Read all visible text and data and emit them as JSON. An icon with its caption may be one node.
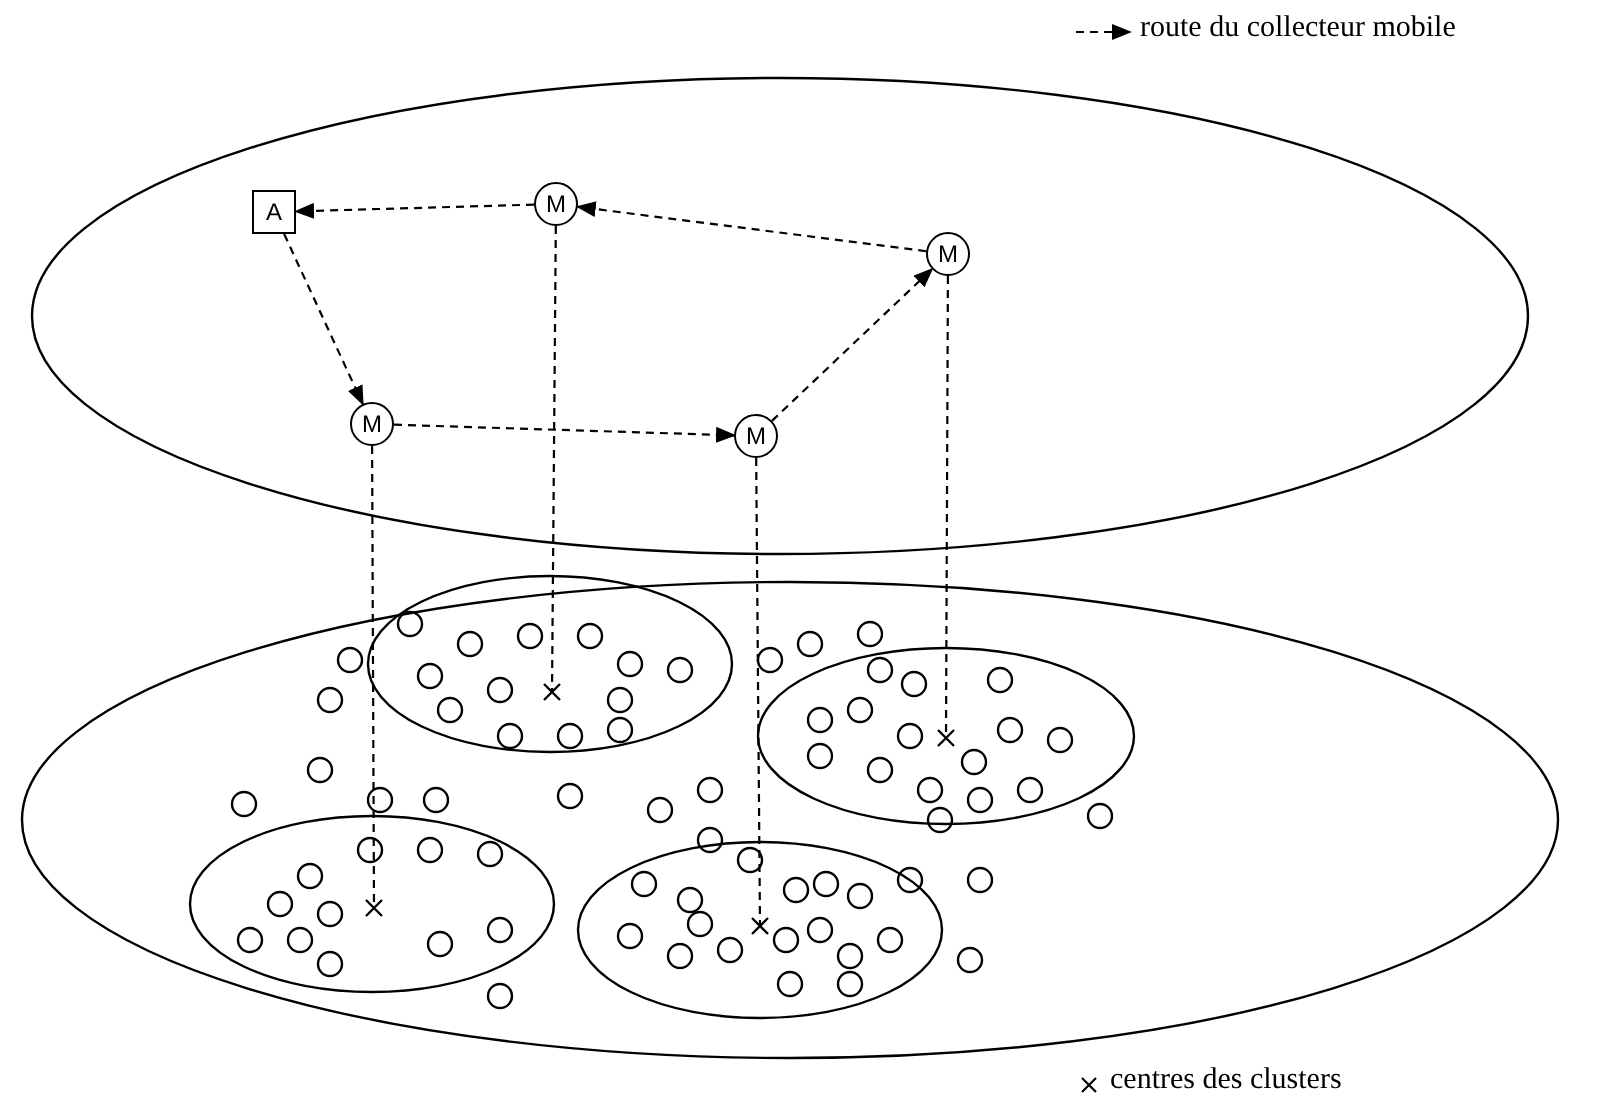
{
  "diagram": {
    "nodes": [
      {
        "text": [],
        "shape": "ellipse"
      },
      {
        "text": [
          "A"
        ],
        "in": 0
      },
      {
        "text": [
          "M"
        ],
        "in": 0
      },
      {
        "text": [
          "M"
        ],
        "in": 0
      },
      {
        "text": [
          "M"
        ],
        "in": 0
      },
      {
        "text": [
          "M"
        ],
        "in": 0
      },
      {
        "text": [],
        "shape": "ellipse"
      },
      {
        "text": [],
        "shape": "ellipse",
        "in": 6
      },
      {
        "text": [],
        "shape": "ellipse",
        "in": 6
      },
      {
        "text": [],
        "shape": "ellipse",
        "in": 6
      },
      {
        "text": [],
        "shape": "ellipse",
        "in": 6
      },
      {
        "text": [],
        "shape": "cross",
        "in": 7
      },
      {
        "text": [],
        "shape": "cross",
        "in": 8
      },
      {
        "text": [],
        "shape": "cross",
        "in": 9
      },
      {
        "text": [],
        "shape": "cross",
        "in": 10
      }
    ],
    "edges": [
      {
        "from": 2,
        "to": 1,
        "arrow": "to",
        "style": "dashed"
      },
      {
        "from": 1,
        "to": 4,
        "arrow": "to",
        "style": "dashed"
      },
      {
        "from": 4,
        "to": 5,
        "arrow": "to",
        "style": "dashed"
      },
      {
        "from": 5,
        "to": 3,
        "arrow": "to",
        "style": "dashed"
      },
      {
        "from": 3,
        "to": 2,
        "arrow": "to",
        "style": "dashed"
      },
      {
        "from": 2,
        "to": 11,
        "arrow": "none",
        "style": "dashed"
      },
      {
        "from": 3,
        "to": 12,
        "arrow": "none",
        "style": "dashed"
      },
      {
        "from": 4,
        "to": 13,
        "arrow": "none",
        "style": "dashed"
      },
      {
        "from": 5,
        "to": 14,
        "arrow": "none",
        "style": "dashed"
      }
    ],
    "legend": [
      {
        "text": "route du collecteur mobile"
      },
      {
        "text": "centres des clusters"
      }
    ]
  }
}
